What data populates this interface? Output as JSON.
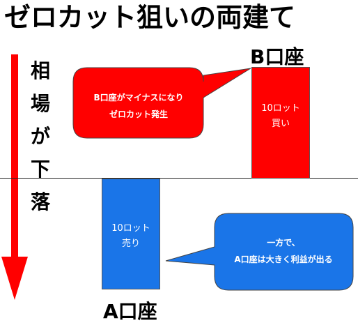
{
  "title": "ゼロカット狙いの両建て",
  "axis": {
    "label_chars": [
      "相",
      "場",
      "が",
      "下",
      "落"
    ]
  },
  "account_b": {
    "name": "B口座",
    "position_line1": "10ロット",
    "position_line2": "買い",
    "callout_line1": "B口座がマイナスになり",
    "callout_line2": "ゼロカット発生"
  },
  "account_a": {
    "name": "A口座",
    "position_line1": "10ロット",
    "position_line2": "売り",
    "callout_line1": "一方で、",
    "callout_line2": "A口座は大きく利益が出る"
  },
  "colors": {
    "red": "#ff0000",
    "blue": "#1a75e8",
    "text": "#000000"
  }
}
